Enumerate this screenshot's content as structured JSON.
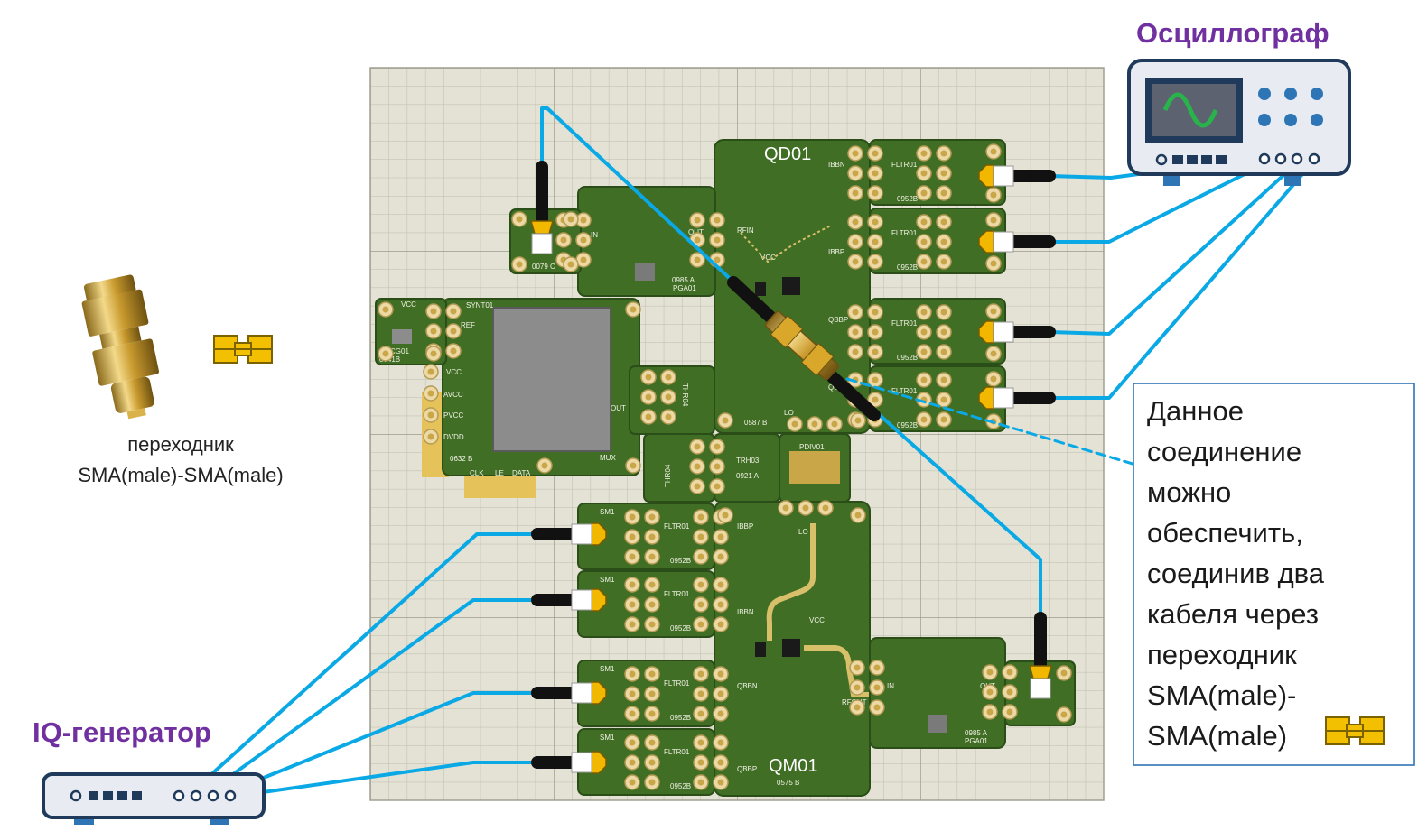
{
  "colors": {
    "cable": "#0aa9e6",
    "title": "#7030a0",
    "board": "#3f6e24",
    "pad": "#ecd9a6",
    "sma": "#e5a800",
    "grid_bg": "#e4e3d6",
    "grid_line": "#b9b8aa",
    "note_border": "#2e75b6"
  },
  "instruments": {
    "oscilloscope": {
      "title": "Осциллограф",
      "icon": "oscilloscope-icon"
    },
    "iq_generator": {
      "title": "IQ-генератор",
      "icon": "signal-generator-icon"
    }
  },
  "adapter": {
    "line1": "переходник",
    "line2": "SMA(male)-SMA(male)",
    "icon": "sma-adapter-icon"
  },
  "note": {
    "lines": [
      "Данное",
      "соединение",
      "можно",
      "обеспечить,",
      "соединив два",
      "кабеля  через",
      "переходник",
      "SMA(male)-",
      "SMA(male)"
    ]
  },
  "modules": {
    "qd01": {
      "name": "QD01",
      "code": "0587 B",
      "ports": {
        "ibbn": "IBBN",
        "ibbp": "IBBP",
        "qbbp": "QBBP",
        "qbbn": "QBBN",
        "rfin": "RFIN",
        "lo": "LO",
        "vcc": "VCC"
      }
    },
    "qm01": {
      "name": "QM01",
      "code": "0575 B",
      "ports": {
        "ibbp": "IBBP",
        "ibbn": "IBBN",
        "qbbn": "QBBN",
        "qbbp": "QBBP",
        "lo": "LO",
        "rfout": "RFOUT",
        "vcc": "VCC"
      }
    },
    "synt01": {
      "name": "SYNT01",
      "code": "0632 B",
      "pins": {
        "ref": "REF",
        "vcc": "VCC",
        "avcc": "AVCC",
        "pvcc": "PVCC",
        "dvdd": "DVDD",
        "out": "OUT",
        "mux": "MUX",
        "clk": "CLK",
        "le": "LE",
        "data": "DATA"
      }
    },
    "cg01": {
      "name": "CG01",
      "code": "0741B",
      "vcc": "VCC"
    },
    "thr04_a": {
      "name": "THR04"
    },
    "thr04_b": {
      "name": "THR04"
    },
    "trh03": {
      "name": "TRH03",
      "code": "0921 A"
    },
    "pdiv": {
      "name": "PDIV01"
    },
    "pga01_top": {
      "name": "PGA01",
      "code": "0985 A",
      "in": "IN",
      "out": "OUT"
    },
    "pga01_bottom": {
      "name": "PGA01",
      "code": "0985 A",
      "in": "IN",
      "out": "OUT"
    },
    "filter": {
      "name": "FLTR01",
      "code": "0952B"
    },
    "sma_board": {
      "name": "SM1",
      "code": "0079 C"
    }
  }
}
